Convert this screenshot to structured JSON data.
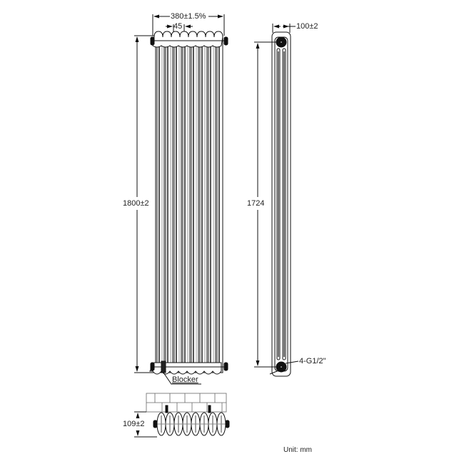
{
  "diagram": {
    "type": "technical-drawing",
    "subject": "column radiator",
    "views": {
      "front": {
        "width_label": "380±1.5%",
        "pitch_label": "45",
        "height_label": "1800±2",
        "callout_label": "Blocker",
        "columns": 8
      },
      "side": {
        "depth_label": "100±2",
        "centers_label": "1724",
        "connection_label": "4-G1/2\""
      },
      "top": {
        "depth_label": "109±2",
        "sections": 8
      }
    },
    "unit_label": "Unit: mm",
    "colors": {
      "line": "#1a1a1a",
      "fill": "#ffffff",
      "shade": "#555555"
    }
  }
}
